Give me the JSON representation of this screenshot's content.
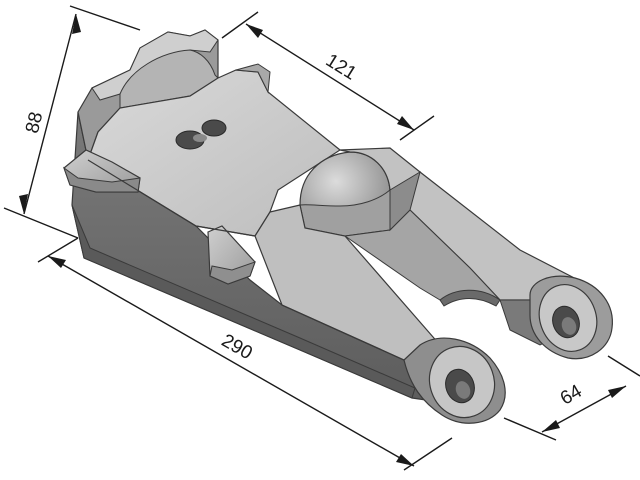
{
  "drawing": {
    "dimensions": {
      "height": "88",
      "width_top": "121",
      "length": "290",
      "fork_width": "64"
    },
    "colors": {
      "top_face": "#c9c9c9",
      "side_face": "#6e6e6e",
      "front_face": "#8d8d8d",
      "dark": "#4a4a4a",
      "highlight": "#e4e4e4",
      "dim_line": "#1a1a1a"
    }
  }
}
